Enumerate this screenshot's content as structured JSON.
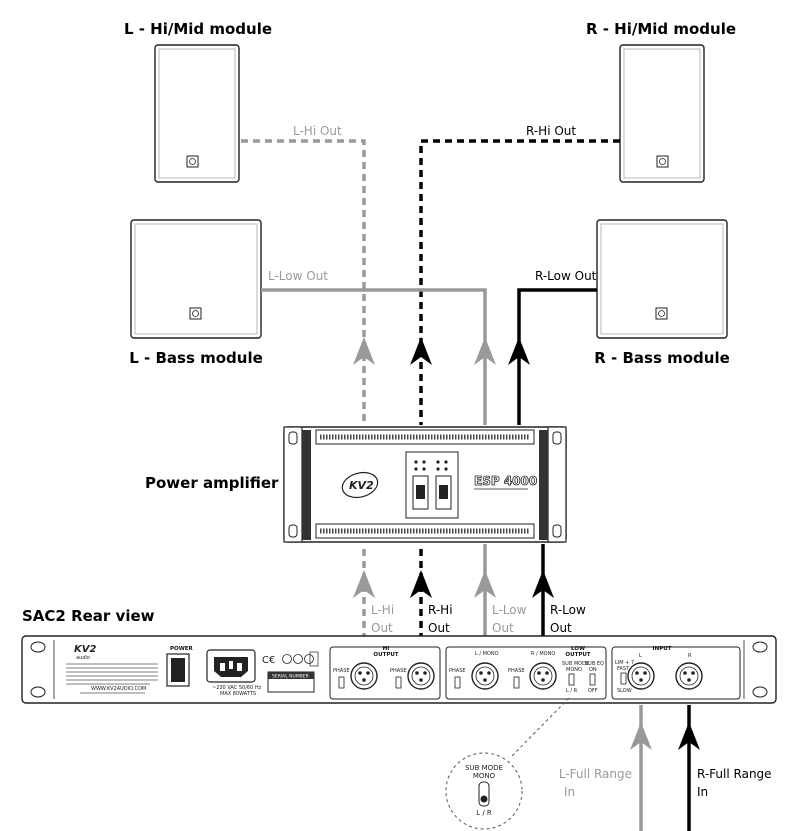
{
  "titles": {
    "l_hi_mid": "L - Hi/Mid module",
    "r_hi_mid": "R - Hi/Mid module",
    "l_bass": "L - Bass module",
    "r_bass": "R - Bass module",
    "power_amp": "Power amplifier",
    "sac2": "SAC2 Rear view"
  },
  "cable_labels": {
    "l_hi_out": "L-Hi Out",
    "r_hi_out": "R-Hi Out",
    "l_low_out": "L-Low Out",
    "r_low_out": "R-Low Out",
    "l_hi": "L-Hi",
    "l_hi_2": "Out",
    "r_hi": "R-Hi",
    "r_hi_2": "Out",
    "l_low": "L-Low",
    "l_low_2": "Out",
    "r_low": "R-Low",
    "r_low_2": "Out",
    "l_full": "L-Full Range",
    "l_full_2": "In",
    "r_full": "R-Full Range",
    "r_full_2": "In"
  },
  "amp": {
    "model": "ESP 4000",
    "brand": "KV2"
  },
  "rear_panel": {
    "brand": "KV2",
    "brand_sub": "audio",
    "power": "POWER",
    "voltage": "~230 VAC 50/60 Hz",
    "max_watts": "MAX 80WATTS",
    "serial": "SERIAL NUMBER",
    "website": "WWW.KV2AUDIO.COM",
    "hi_output": "HI",
    "hi_output_2": "OUTPUT",
    "low_output": "LOW",
    "low_output_2": "OUTPUT",
    "input": "INPUT",
    "phase": "PHASE",
    "l_mono": "L / MONO",
    "r_mono": "R / MONO",
    "sub_mode": "SUB MODE",
    "sub_mono": "MONO",
    "sub_lr": "L / R",
    "sub_eq": "SUB EQ",
    "sub_eq_on": "ON",
    "sub_eq_off": "OFF",
    "in_l": "L",
    "in_r": "R",
    "lim": "LIM + 7",
    "fast": "FAST",
    "slow": "SLOW"
  },
  "callout": {
    "line1": "SUB MODE",
    "line2": "MONO",
    "line3": "L / R"
  },
  "colors": {
    "gray_cable": "#999999",
    "black_cable": "#000000",
    "outline": "#222222"
  }
}
